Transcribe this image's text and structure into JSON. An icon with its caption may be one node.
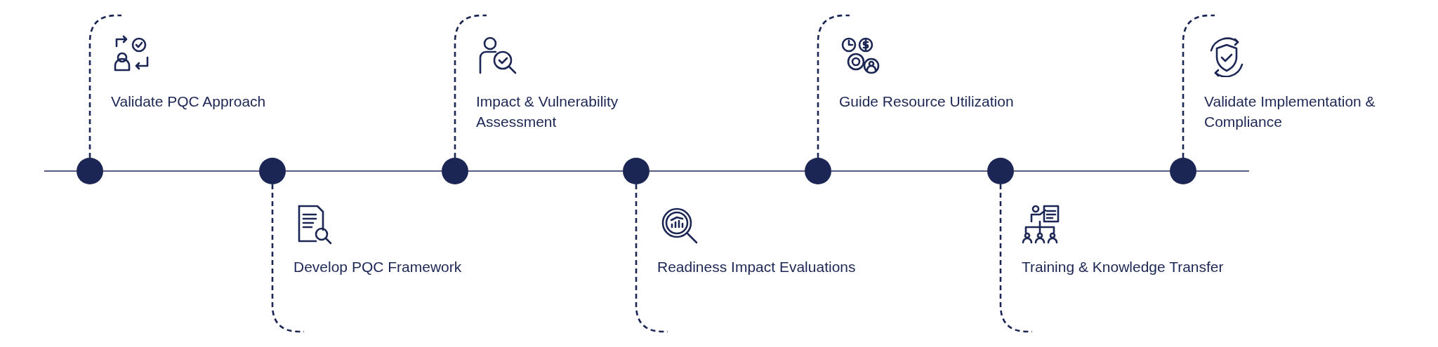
{
  "diagram": {
    "nodes": [
      {
        "text": [],
        "shape": "circle"
      },
      {
        "text": [],
        "shape": "circle"
      },
      {
        "text": [],
        "shape": "circle"
      },
      {
        "text": [],
        "shape": "circle"
      },
      {
        "text": [],
        "shape": "circle"
      },
      {
        "text": [],
        "shape": "circle"
      },
      {
        "text": [],
        "shape": "circle"
      },
      {
        "text": [
          "Validate PQC Approach"
        ]
      },
      {
        "text": [
          "Develop PQC Framework"
        ]
      },
      {
        "text": [
          "Impact & Vulnerability Assessment"
        ]
      },
      {
        "text": [
          "Readiness Impact Evaluations"
        ]
      },
      {
        "text": [
          "Guide Resource Utilization"
        ]
      },
      {
        "text": [
          "Training & Knowledge Transfer"
        ]
      },
      {
        "text": [
          "Validate Implementation & Compliance"
        ]
      }
    ],
    "edges": [
      {
        "from": null,
        "to": 0,
        "arrow": "none"
      },
      {
        "from": 0,
        "to": 1,
        "arrow": "none"
      },
      {
        "from": 1,
        "to": 2,
        "arrow": "none"
      },
      {
        "from": 2,
        "to": 3,
        "arrow": "none"
      },
      {
        "from": 3,
        "to": 4,
        "arrow": "none"
      },
      {
        "from": 4,
        "to": 5,
        "arrow": "none"
      },
      {
        "from": 5,
        "to": 6,
        "arrow": "none"
      },
      {
        "from": 6,
        "to": null,
        "arrow": "none"
      },
      {
        "from": 0,
        "to": 7,
        "arrow": "none",
        "style": "dashed"
      },
      {
        "from": 1,
        "to": 8,
        "arrow": "none",
        "style": "dashed"
      },
      {
        "from": 2,
        "to": 9,
        "arrow": "none",
        "style": "dashed"
      },
      {
        "from": 3,
        "to": 10,
        "arrow": "none",
        "style": "dashed"
      },
      {
        "from": 4,
        "to": 11,
        "arrow": "none",
        "style": "dashed"
      },
      {
        "from": 5,
        "to": 12,
        "arrow": "none",
        "style": "dashed"
      },
      {
        "from": 6,
        "to": 13,
        "arrow": "none",
        "style": "dashed"
      }
    ]
  }
}
